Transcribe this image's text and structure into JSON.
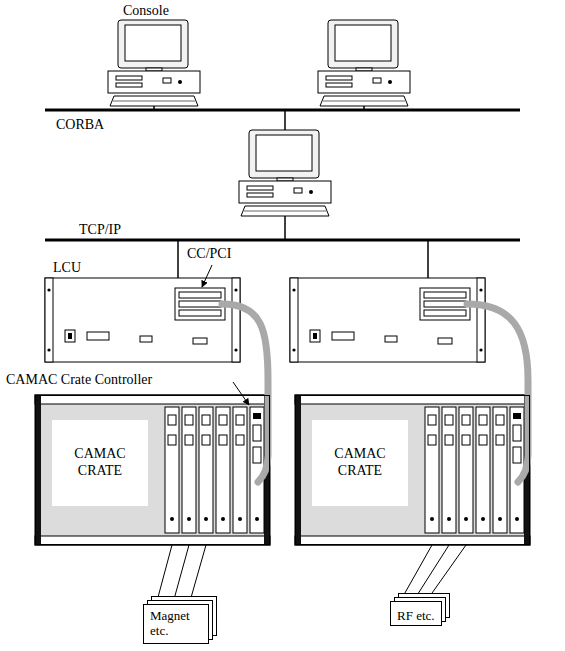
{
  "diagram": {
    "nodes": [
      {
        "text": [
          "CAMAC CRATE"
        ]
      },
      {
        "text": [
          "CAMAC CRATE"
        ]
      },
      {
        "text": [
          "Magnet etc."
        ]
      },
      {
        "text": [
          "RF etc."
        ]
      }
    ],
    "edges": [
      {
        "from": 0,
        "to": 2,
        "arrow": "none"
      },
      {
        "from": 0,
        "to": 2,
        "arrow": "none"
      },
      {
        "from": 0,
        "to": 2,
        "arrow": "none"
      },
      {
        "from": 1,
        "to": 3,
        "arrow": "none"
      },
      {
        "from": 1,
        "to": 3,
        "arrow": "none"
      },
      {
        "from": 1,
        "to": 3,
        "arrow": "none"
      }
    ],
    "labels": [
      "Console",
      "CORBA",
      "TCP/IP",
      "CC/PCI",
      "LCU",
      "CAMAC Crate Controller"
    ]
  }
}
